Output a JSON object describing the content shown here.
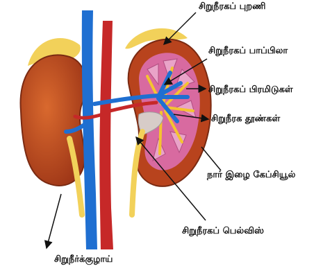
{
  "labels": {
    "cortex": "சிறுநீரகப் புறணி",
    "papilla": "சிறுநீரகப் பாப்பிலா",
    "pyramids": "சிறுநீரகப் பிரமிடுகள்",
    "columns": "சிறுநீரக தூண்கள்",
    "capsule": "நார் இழை கேப்சியூல்",
    "pelvis": "சிறுநீரகப் பெல்விஸ்",
    "ureter": "சிறுநீர்க்குழாய்"
  }
}
